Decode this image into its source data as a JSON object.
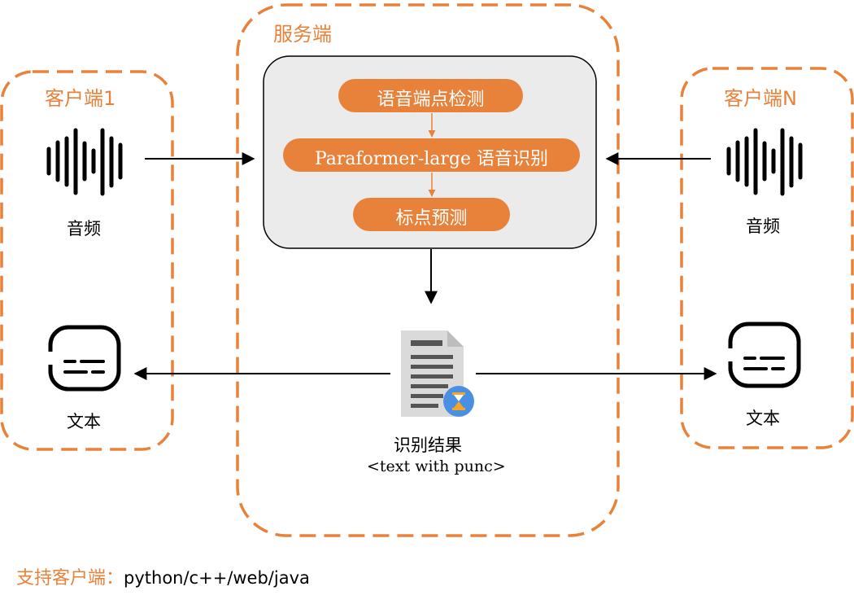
{
  "colors": {
    "accent": "#E8823A",
    "panel_fill": "#EBEBEB",
    "stroke": "#000000"
  },
  "client_left": {
    "title": "客户端1",
    "audio_label": "音频",
    "text_label": "文本"
  },
  "client_right": {
    "title": "客户端N",
    "audio_label": "音频",
    "text_label": "文本"
  },
  "server": {
    "title": "服务端",
    "steps": [
      "语音端点检测",
      "Paraformer-large 语音识别",
      "标点预测"
    ],
    "result_label": "识别结果",
    "result_sub": "<text with punc>"
  },
  "footer": {
    "label": "支持客户端：",
    "value": "python/c++/web/java"
  },
  "icons": {
    "audio": "sound-wave-icon",
    "text": "subtitles-icon",
    "document": "document-hourglass-icon"
  }
}
